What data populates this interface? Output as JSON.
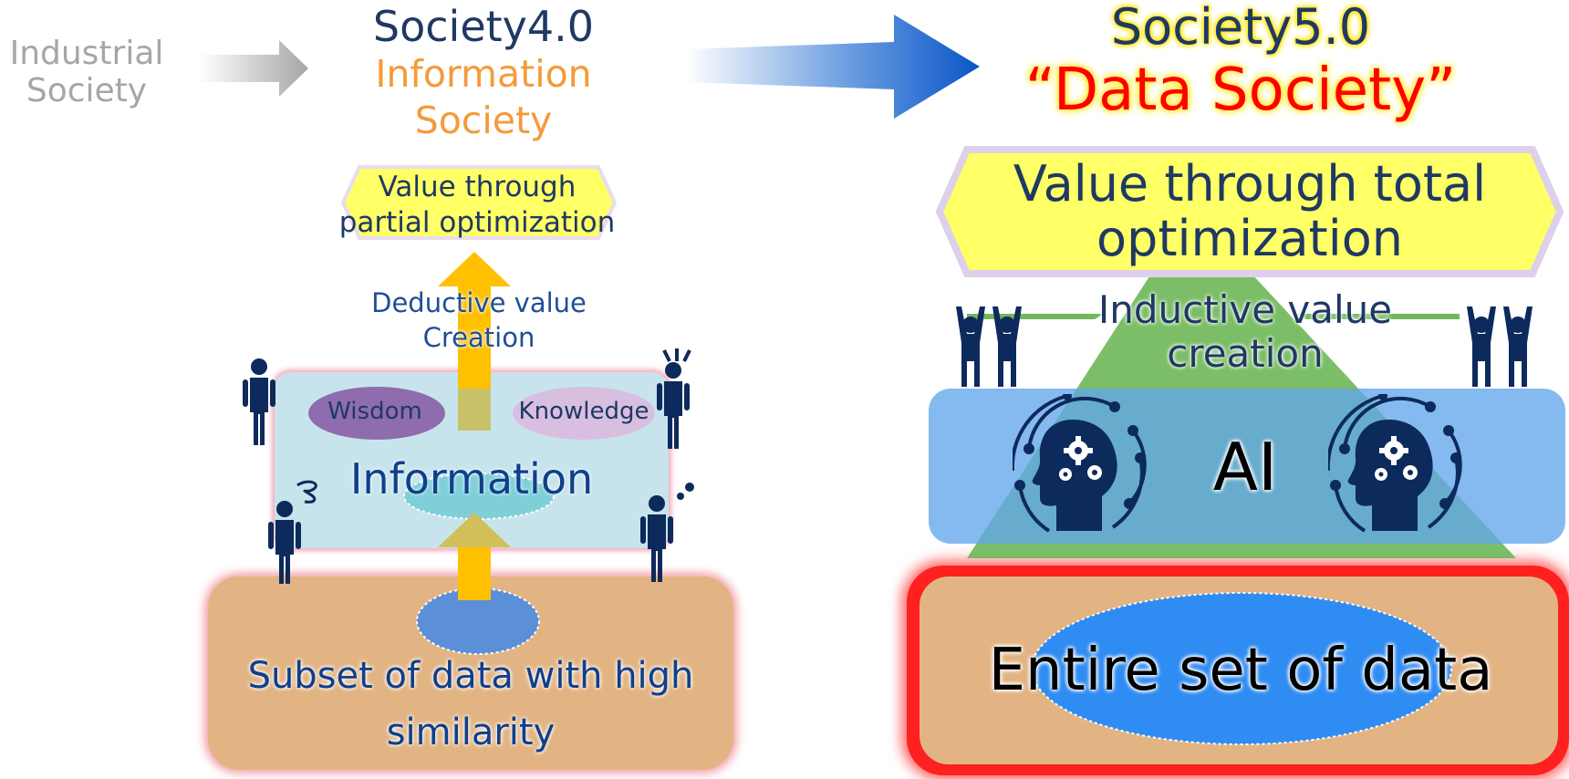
{
  "stages": {
    "industrial": "Industrial Society",
    "society4": {
      "title": "Society4.0",
      "subtitle": "Information Society"
    },
    "society5": {
      "title": "Society5.0",
      "subtitle": "“Data Society”"
    }
  },
  "society4_diagram": {
    "value_label": "Value through partial optimization",
    "process_label": "Deductive value Creation",
    "bubbles": [
      "Wisdom",
      "Knowledge"
    ],
    "information_label": "Information",
    "data_label": "Subset of data with high similarity"
  },
  "society5_diagram": {
    "value_label": "Value through total optimization",
    "process_label": "Inductive value creation",
    "ai_label": "AI",
    "data_label": "Entire set of data"
  },
  "colors": {
    "navy": "#1f3864",
    "orange": "#f59a3a",
    "red": "#ff0000",
    "yellow": "#ffff66",
    "tan": "#e2b484",
    "ai_blue": "#62a6eb",
    "info_cyan": "#c7e4ec",
    "green": "#70b85a"
  },
  "icons": [
    "gray-arrow-icon",
    "blue-arrow-icon",
    "person-icon",
    "person-arms-up-icon",
    "ai-head-gears-icon"
  ]
}
